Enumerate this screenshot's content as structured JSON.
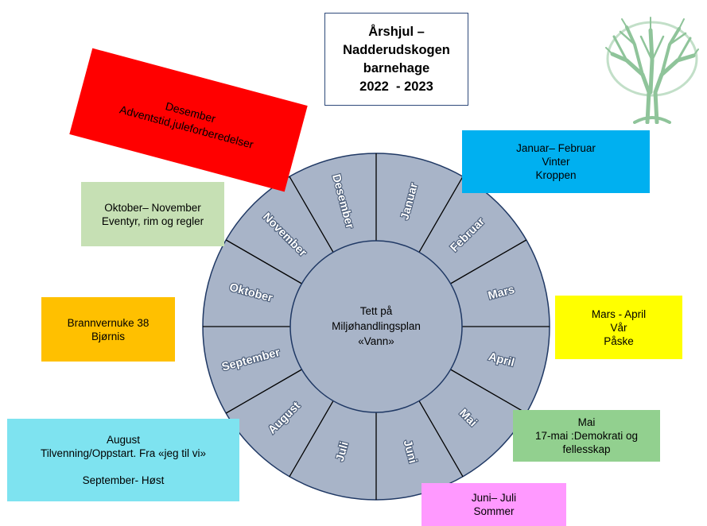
{
  "title": {
    "lines": [
      "Årshjul –",
      "Nadderudskogen",
      "barnehage",
      "2022  - 2023"
    ]
  },
  "wheel": {
    "months": [
      "Januar",
      "Februar",
      "Mars",
      "April",
      "Mai",
      "Juni",
      "Juli",
      "August",
      "September",
      "Oktober",
      "November",
      "Desember"
    ],
    "center_lines": [
      "Tett på",
      "Miljøhandlingsplan",
      "«Vann»"
    ],
    "colors": {
      "fill": "#a8b4c8",
      "border": "#1f3864",
      "label_outline": "#4a5c78"
    }
  },
  "logo": {
    "icon": "tree-icon",
    "color": "#8fc49a"
  },
  "boxes": {
    "desember": {
      "lines": [
        "Desember",
        "Adventstid,juleforberedelser"
      ],
      "color": "#ff0000"
    },
    "jan_feb": {
      "lines": [
        "Januar– Februar",
        "Vinter",
        "Kroppen"
      ],
      "color": "#00b0f0"
    },
    "okt_nov": {
      "lines": [
        "Oktober– November",
        "Eventyr, rim og regler"
      ],
      "color": "#c6e0b4"
    },
    "brannvernuke": {
      "lines": [
        "Brannvernuke 38",
        "Bjørnis"
      ],
      "color": "#ffc000"
    },
    "mars_april": {
      "lines": [
        "Mars - April",
        "Vår",
        "Påske"
      ],
      "color": "#ffff00"
    },
    "mai": {
      "lines": [
        "Mai",
        "17-mai :Demokrati og",
        "fellesskap"
      ],
      "color": "#92d08f"
    },
    "august": {
      "lines": [
        "August",
        "Tilvenning/Oppstart. Fra «jeg til vi»",
        "",
        "September- Høst"
      ],
      "color": "#7ee3f0"
    },
    "juni_juli": {
      "lines": [
        "Juni– Juli",
        "Sommer"
      ],
      "color": "#ff99ff"
    }
  }
}
